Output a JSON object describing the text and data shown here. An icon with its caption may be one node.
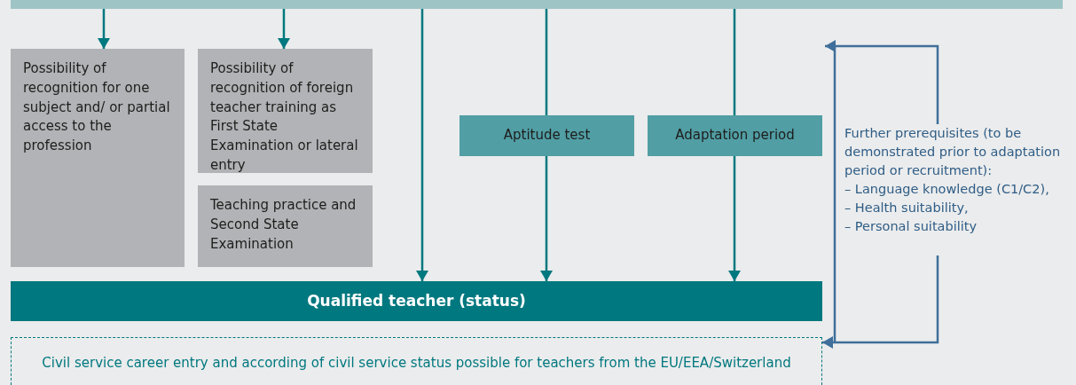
{
  "diagram": {
    "nodes": [
      {
        "text": [],
        "shape": "bar"
      },
      {
        "text": [
          "Possibility of recognition for one subject and/ or partial access to the profession"
        ]
      },
      {
        "text": [
          "Possibility of recognition of foreign teacher training as First State Examination or lateral entry"
        ]
      },
      {
        "text": [
          "Teaching practice and Second State Examination"
        ]
      },
      {
        "text": [
          "Aptitude test"
        ]
      },
      {
        "text": [
          "Adaptation period"
        ]
      },
      {
        "text": [
          "Further prerequisites (to be demonstrated prior to adaptation period or recruitment):",
          "– Language knowledge (C1/C2),",
          "– Health suitability,",
          "– Personal suitability"
        ]
      },
      {
        "text": [
          "Qualified teacher (status)"
        ]
      },
      {
        "text": [
          "Civil service career entry and according of civil service status possible for teachers from the EU/EEA/Switzerland"
        ]
      }
    ],
    "edges": [
      {
        "from": 0,
        "to": 1,
        "arrow": "to"
      },
      {
        "from": 0,
        "to": 2,
        "arrow": "to"
      },
      {
        "from": 0,
        "to": 7,
        "arrow": "to"
      },
      {
        "from": 0,
        "to": 4,
        "arrow": "none"
      },
      {
        "from": 4,
        "to": 7,
        "arrow": "to"
      },
      {
        "from": 0,
        "to": 5,
        "arrow": "none"
      },
      {
        "from": 5,
        "to": 7,
        "arrow": "to"
      },
      {
        "from": 6,
        "to": null,
        "arrow": "to",
        "color": "#3f6f9a"
      },
      {
        "from": 6,
        "to": 8,
        "arrow": "to",
        "color": "#3f6f9a"
      }
    ]
  }
}
